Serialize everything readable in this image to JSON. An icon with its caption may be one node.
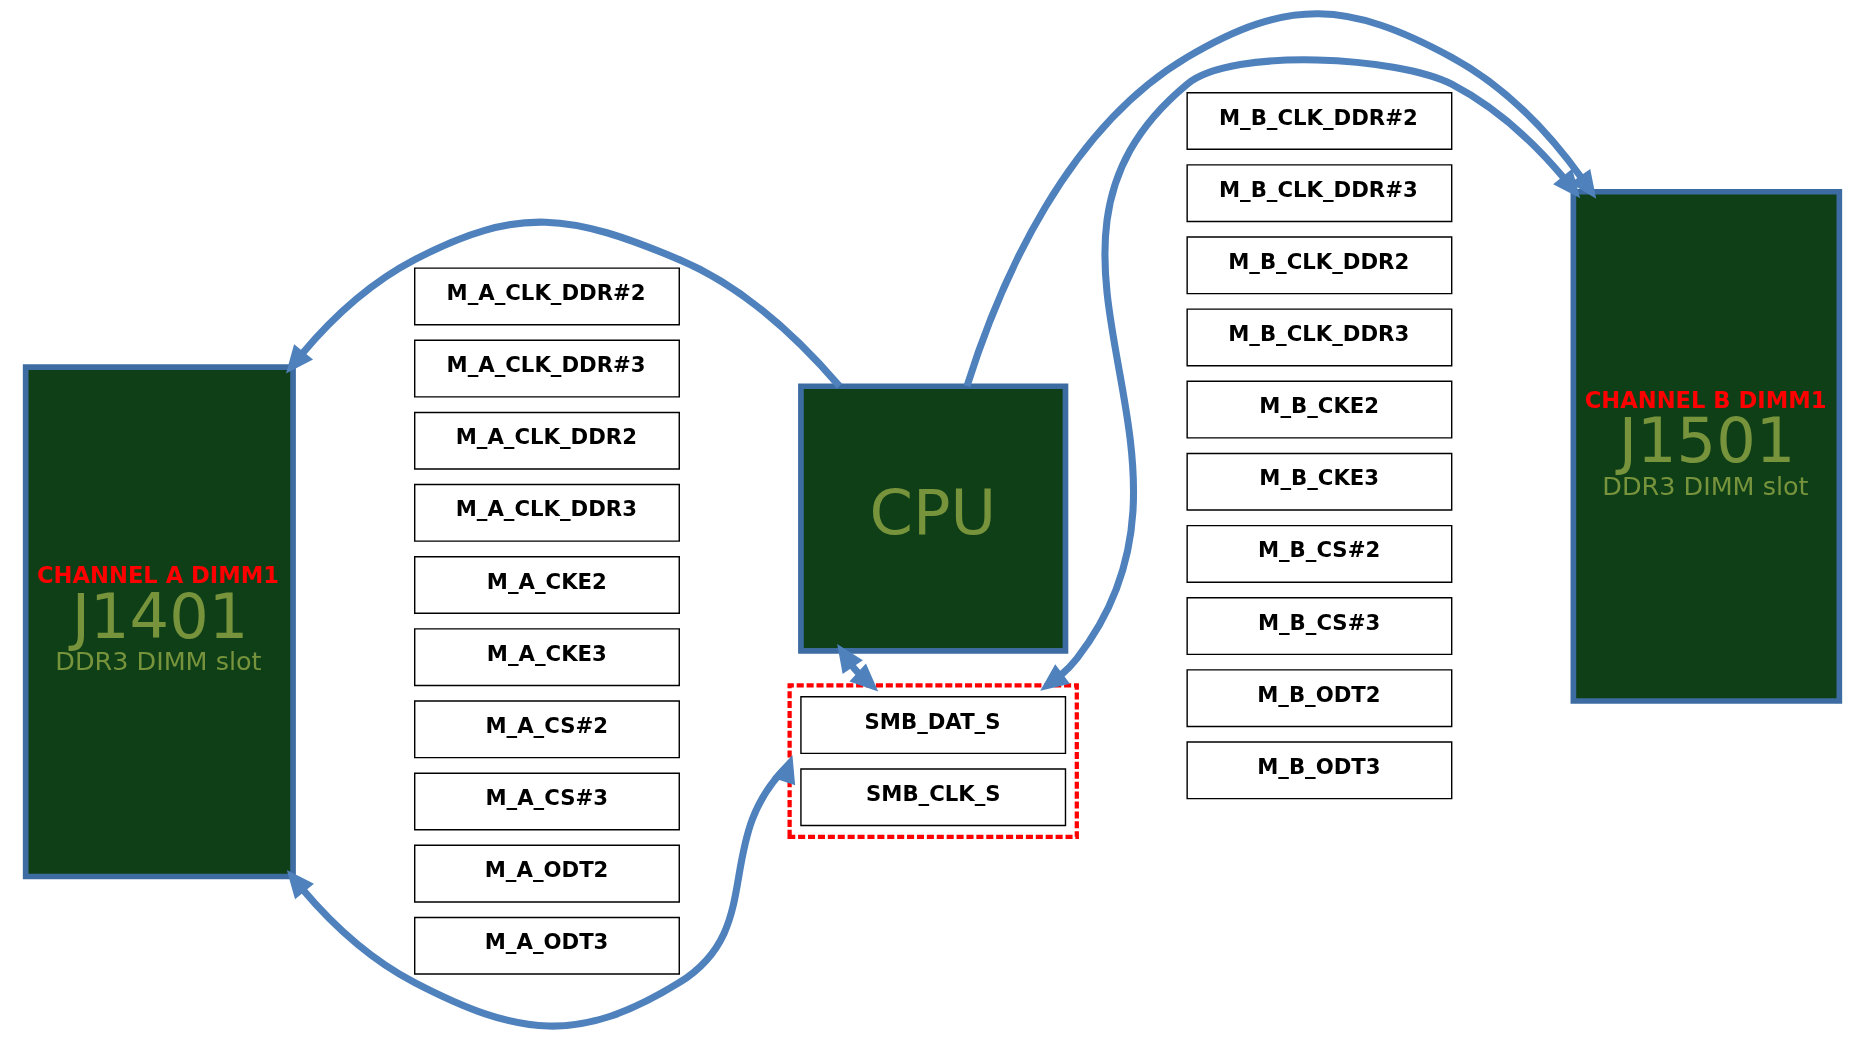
{
  "diagram": {
    "nodes": [
      {
        "text": [
          "CHANNEL A DIMM1",
          "J1401",
          "DDR3 DIMM slot"
        ]
      },
      {
        "text": [
          "CPU"
        ]
      },
      {
        "text": [
          "CHANNEL B DIMM1",
          "J1501",
          "DDR3 DIMM slot"
        ]
      },
      {
        "text": [],
        "shape": "box"
      },
      {
        "text": [
          "SMB_DAT_S"
        ],
        "in": 3
      },
      {
        "text": [
          "SMB_CLK_S"
        ],
        "in": 3
      },
      {
        "text": [
          "M_A_CLK_DDR#2"
        ]
      },
      {
        "text": [
          "M_A_CLK_DDR#3"
        ]
      },
      {
        "text": [
          "M_A_CLK_DDR2"
        ]
      },
      {
        "text": [
          "M_A_CLK_DDR3"
        ]
      },
      {
        "text": [
          "M_A_CKE2"
        ]
      },
      {
        "text": [
          "M_A_CKE3"
        ]
      },
      {
        "text": [
          "M_A_CS#2"
        ]
      },
      {
        "text": [
          "M_A_CS#3"
        ]
      },
      {
        "text": [
          "M_A_ODT2"
        ]
      },
      {
        "text": [
          "M_A_ODT3"
        ]
      },
      {
        "text": [
          "M_B_CLK_DDR#2"
        ]
      },
      {
        "text": [
          "M_B_CLK_DDR#3"
        ]
      },
      {
        "text": [
          "M_B_CLK_DDR2"
        ]
      },
      {
        "text": [
          "M_B_CLK_DDR3"
        ]
      },
      {
        "text": [
          "M_B_CKE2"
        ]
      },
      {
        "text": [
          "M_B_CKE3"
        ]
      },
      {
        "text": [
          "M_B_CS#2"
        ]
      },
      {
        "text": [
          "M_B_CS#3"
        ]
      },
      {
        "text": [
          "M_B_ODT2"
        ]
      },
      {
        "text": [
          "M_B_ODT3"
        ]
      }
    ],
    "edges": [
      {
        "from": 1,
        "to": 0,
        "arrow": "to"
      },
      {
        "from": 1,
        "to": 2,
        "arrow": "to"
      },
      {
        "from": 1,
        "to": 3,
        "arrow": "both"
      },
      {
        "from": 0,
        "to": 3,
        "arrow": "both"
      },
      {
        "from": 2,
        "to": 3,
        "arrow": "both"
      }
    ]
  }
}
